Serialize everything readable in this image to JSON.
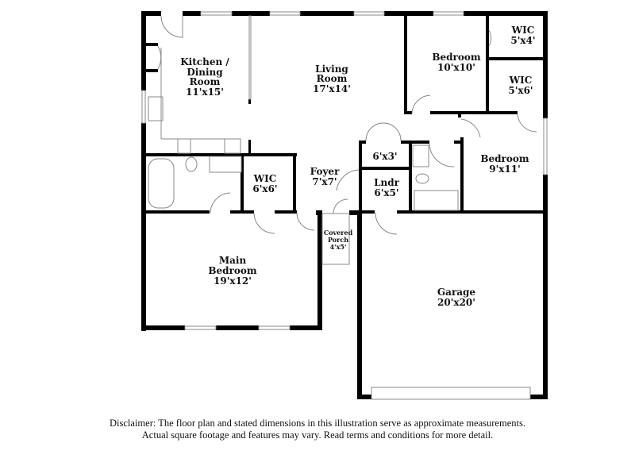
{
  "rooms": {
    "kitchen": {
      "name_1": "Kitchen /",
      "name_2": "Dining",
      "name_3": "Room",
      "size": "11'x15'"
    },
    "living": {
      "name_1": "Living",
      "name_2": "Room",
      "size": "17'x14'"
    },
    "bedroom_a": {
      "name": "Bedroom",
      "size": "10'x10'"
    },
    "wic_a": {
      "name": "WIC",
      "size": "5'x4'"
    },
    "wic_b": {
      "name": "WIC",
      "size": "5'x6'"
    },
    "bedroom_b": {
      "name": "Bedroom",
      "size": "9'x11'"
    },
    "closet": {
      "size": "6'x3'"
    },
    "laundry": {
      "name": "Lndr",
      "size": "6'x5'"
    },
    "foyer": {
      "name": "Foyer",
      "size": "7'x7'"
    },
    "wic_main": {
      "name": "WIC",
      "size": "6'x6'"
    },
    "porch": {
      "name_1": "Covered",
      "name_2": "Porch",
      "size": "4'x5'"
    },
    "main_bedroom": {
      "name_1": "Main",
      "name_2": "Bedroom",
      "size": "19'x12'"
    },
    "garage": {
      "name": "Garage",
      "size": "20'x20'"
    }
  },
  "disclaimer": {
    "line_1": "Disclaimer: The floor plan and stated dimensions in this illustration serve as approximate measurements.",
    "line_2": "Actual square footage and features may vary. Read terms and conditions for more detail."
  },
  "colors": {
    "wall": "#000000",
    "fixture": "#999999"
  }
}
